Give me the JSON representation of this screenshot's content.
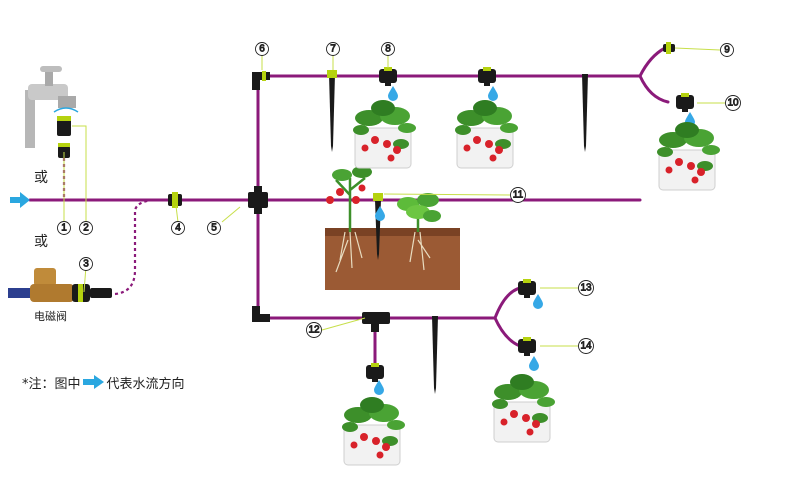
{
  "labels": {
    "or_top": "或",
    "or_bottom": "或",
    "valve_caption": "电磁阀",
    "note_prefix": "*注：图中",
    "note_suffix": "代表水流方向"
  },
  "callouts": [
    "1",
    "2",
    "3",
    "4",
    "5",
    "6",
    "7",
    "8",
    "9",
    "10",
    "11",
    "12",
    "13",
    "14"
  ],
  "colors": {
    "pipe": "#8b1a7a",
    "arrow": "#2aa7e0",
    "fitting": "#1a1a1a",
    "ring": "#b5d20f",
    "drop": "#36a8e6",
    "soil": "#9b5a34",
    "leaf": "#3d8f2a",
    "berry": "#d8222a",
    "pot": "#f1f1f1",
    "callout_line": "#c7df4a",
    "valve_body": "#c08b3a",
    "hose": "#2c3f8f"
  }
}
